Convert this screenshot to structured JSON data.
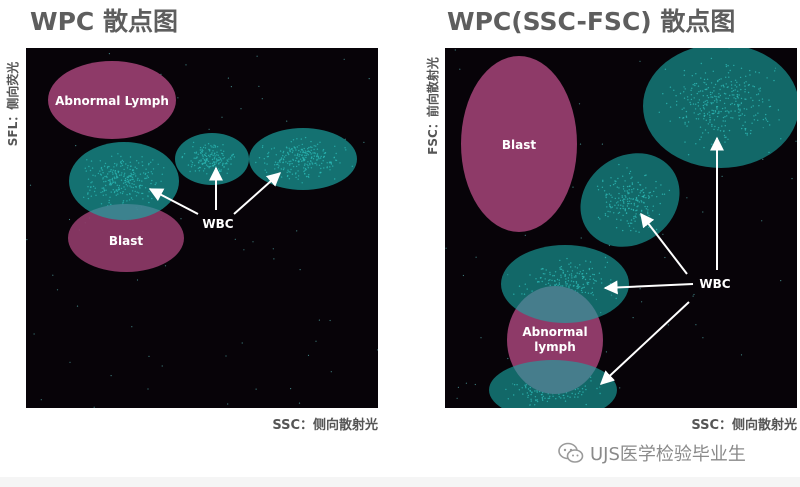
{
  "left_panel": {
    "title": "WPC 散点图",
    "y_axis_label": "SFL：侧向荧光",
    "x_axis_label": "SSC：侧向散射光",
    "regions": {
      "abnormal_lymph": "Abnormal Lymph",
      "blast": "Blast",
      "wbc": "WBC"
    }
  },
  "right_panel": {
    "title": "WPC(SSC-FSC) 散点图",
    "y_axis_label": "FSC：前向散射光",
    "x_axis_label": "SSC：侧向散射光",
    "regions": {
      "blast": "Blast",
      "abnormal_lymph_line1": "Abnormal",
      "abnormal_lymph_line2": "lymph",
      "wbc": "WBC"
    }
  },
  "watermark": {
    "text": "UJS医学检验毕业生",
    "icon": "wechat-icon"
  },
  "colors": {
    "plot_background": "#070308",
    "wbc_cluster": "#1aa7a3",
    "abnormal_region": "#8e3a68",
    "arrow": "#ffffff"
  }
}
